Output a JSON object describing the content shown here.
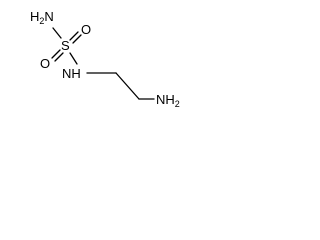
{
  "molecule": {
    "atoms": {
      "h2n_top": {
        "main": "H",
        "sub": "2",
        "tail": "N"
      },
      "sulfur": "S",
      "oxygen_left": "O",
      "oxygen_right": "O",
      "nh": "NH",
      "nh2_end": {
        "main": "NH",
        "sub": "2"
      }
    }
  }
}
